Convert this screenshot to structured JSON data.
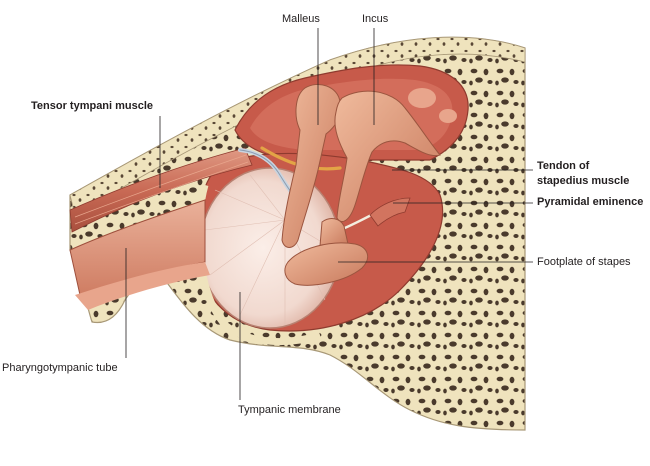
{
  "diagram": {
    "labels": {
      "malleus": "Malleus",
      "incus": "Incus",
      "tensor_tympani": "Tensor tympani muscle",
      "tendon_stapedius_line1": "Tendon of",
      "tendon_stapedius_line2": "stapedius muscle",
      "pyramidal_eminence": "Pyramidal eminence",
      "footplate_stapes": "Footplate of stapes",
      "pharyngotympanic_tube": "Pharyngotympanic tube",
      "tympanic_membrane": "Tympanic membrane"
    },
    "colors": {
      "bone": "#efe3bd",
      "bone_outline": "#a89877",
      "marrow": "#4a3a2c",
      "cavity": "#c75a4a",
      "mucosa": "#e8a58c",
      "ossicle": "#e2a283",
      "ossicle_shadow": "#b86e55",
      "membrane": "#f1d9cf",
      "muscle": "#c96a55",
      "tendon": "#e3a446",
      "nerve": "#c9d4e0",
      "leader": "#231f20"
    }
  }
}
